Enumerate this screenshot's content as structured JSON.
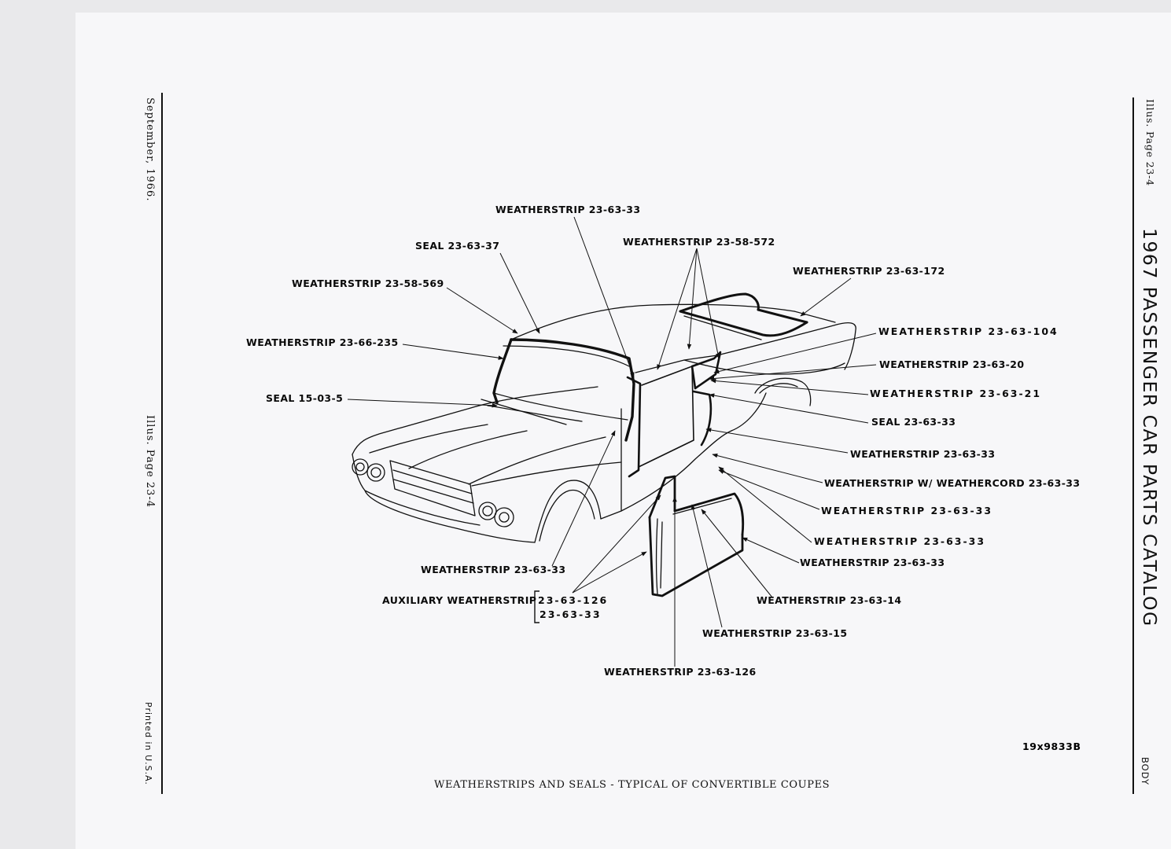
{
  "page": {
    "left_margin": {
      "date": "September, 1966.",
      "illus_page": "Illus. Page 23-4",
      "printed": "Printed in U.S.A."
    },
    "right_margin": {
      "illus_page": "Illus. Page 23-4",
      "catalog_title": "1967 PASSENGER CAR PARTS CATALOG",
      "section": "BODY"
    },
    "caption": "WEATHERSTRIPS AND SEALS - TYPICAL OF CONVERTIBLE COUPES",
    "figure_number": "19x9833B"
  },
  "callouts": {
    "top_windshield_header": "WEATHERSTRIP 23-63-33",
    "seal_header": "SEAL 23-63-37",
    "weatherstrip_569": "WEATHERSTRIP 23-58-569",
    "weatherstrip_572": "WEATHERSTRIP 23-58-572",
    "weatherstrip_172": "WEATHERSTRIP 23-63-172",
    "weatherstrip_235": "WEATHERSTRIP 23-66-235",
    "weatherstrip_104": "WEATHERSTRIP 23-63-104",
    "weatherstrip_20": "WEATHERSTRIP 23-63-20",
    "weatherstrip_21": "WEATHERSTRIP 23-63-21",
    "seal_cowl": "SEAL 15-03-5",
    "seal_door_pillar": "SEAL 23-63-33",
    "weatherstrip_33_a": "WEATHERSTRIP 23-63-33",
    "weatherstrip_weathercord": "WEATHERSTRIP W/ WEATHERCORD 23-63-33",
    "weatherstrip_33_b": "WEATHERSTRIP 23-63-33",
    "weatherstrip_33_c": "WEATHERSTRIP 23-63-33",
    "weatherstrip_33_d": "WEATHERSTRIP 23-63-33",
    "weatherstrip_33_pillar": "WEATHERSTRIP 23-63-33",
    "auxiliary_label": "AUXILIARY WEATHERSTRIP",
    "auxiliary_part_1": "23-63-126",
    "auxiliary_part_2": "23-63-33",
    "weatherstrip_14": "WEATHERSTRIP 23-63-14",
    "weatherstrip_15": "WEATHERSTRIP 23-63-15",
    "weatherstrip_126": "WEATHERSTRIP 23-63-126"
  }
}
